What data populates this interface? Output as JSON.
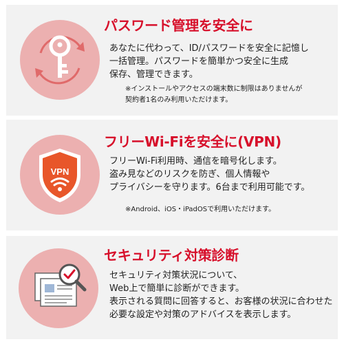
{
  "features": [
    {
      "title": "パスワード管理を安全に",
      "lines": [
        "あなたに代わって、ID/パスワードを安全に記憶し",
        "一括管理。パスワードを簡単かつ安全に生成",
        "保存、管理できます。"
      ],
      "note": [
        "※インストールやアクセスの端末数に制限はありませんが",
        "契約者1名のみ利用いただけます。"
      ],
      "icon": "key-refresh-icon"
    },
    {
      "title": "フリーWi-Fiを安全に(VPN)",
      "lines": [
        "フリーWi-Fi利用時、通信を暗号化します。",
        "盗み見などのリスクを防ぎ、個人情報や",
        "プライバシーを守ります。6台まで利用可能です。"
      ],
      "note": [
        "※Android、iOS・iPadOSで利用いただけます。"
      ],
      "icon": "vpn-shield-icon",
      "icon_label": "VPN"
    },
    {
      "title": "セキュリティ対策診断",
      "lines": [
        "セキュリティ対策状況について、",
        "Web上で簡単に診断ができます。",
        "表示される質問に回答すると、お客様の状況に合わせた",
        "必要な設定や対策のアドバイスを表示します。"
      ],
      "icon": "document-magnifier-icon"
    }
  ],
  "colors": {
    "accent_red": "#d7102b",
    "circle_pink": "#ecb0b0",
    "card_bg": "#f2f2f2",
    "shield_orange": "#e8562a"
  }
}
